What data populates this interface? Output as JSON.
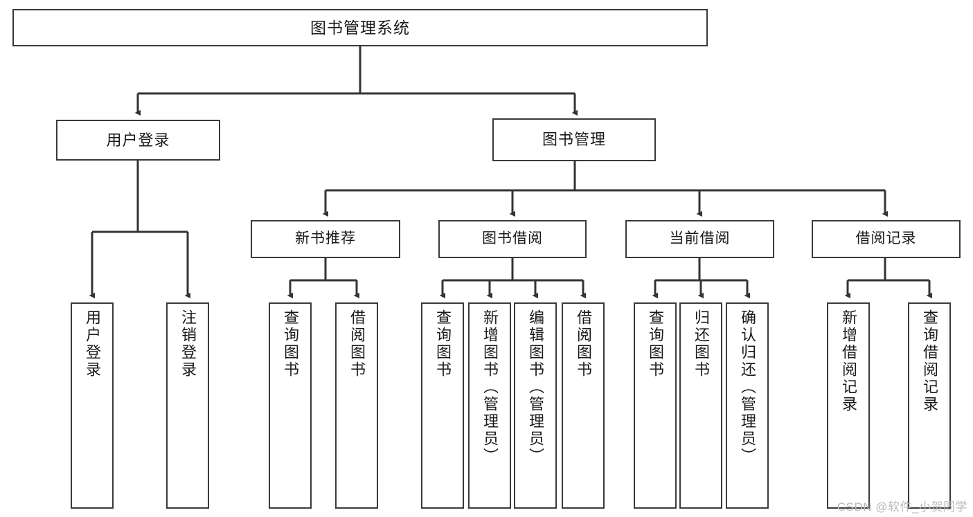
{
  "diagram": {
    "title": "图书管理系统",
    "type": "tree",
    "watermark": "CSDN @软件_小贺同学",
    "colors": {
      "box_border": "#3a3a3a",
      "box_fill": "#ffffff",
      "edge": "#333333",
      "text": "#1a1a1a",
      "watermark": "#b9b9b9",
      "background": "#ffffff"
    },
    "root": {
      "label": "图书管理系统"
    },
    "level1": [
      {
        "label": "用户登录"
      },
      {
        "label": "图书管理"
      }
    ],
    "level2": [
      {
        "label": "新书推荐"
      },
      {
        "label": "图书借阅"
      },
      {
        "label": "当前借阅"
      },
      {
        "label": "借阅记录"
      }
    ],
    "leaves": {
      "user_login": [
        {
          "label": "用户登录"
        },
        {
          "label": "注销登录"
        }
      ],
      "new_book_recommend": [
        {
          "label": "查询图书"
        },
        {
          "label": "借阅图书"
        }
      ],
      "book_borrow": [
        {
          "label": "查询图书"
        },
        {
          "label": "新增图书（管理员）"
        },
        {
          "label": "编辑图书（管理员）"
        },
        {
          "label": "借阅图书"
        }
      ],
      "current_borrow": [
        {
          "label": "查询图书"
        },
        {
          "label": "归还图书"
        },
        {
          "label": "确认归还（管理员）"
        }
      ],
      "borrow_record": [
        {
          "label": "新增借阅记录"
        },
        {
          "label": "查询借阅记录"
        }
      ]
    }
  }
}
